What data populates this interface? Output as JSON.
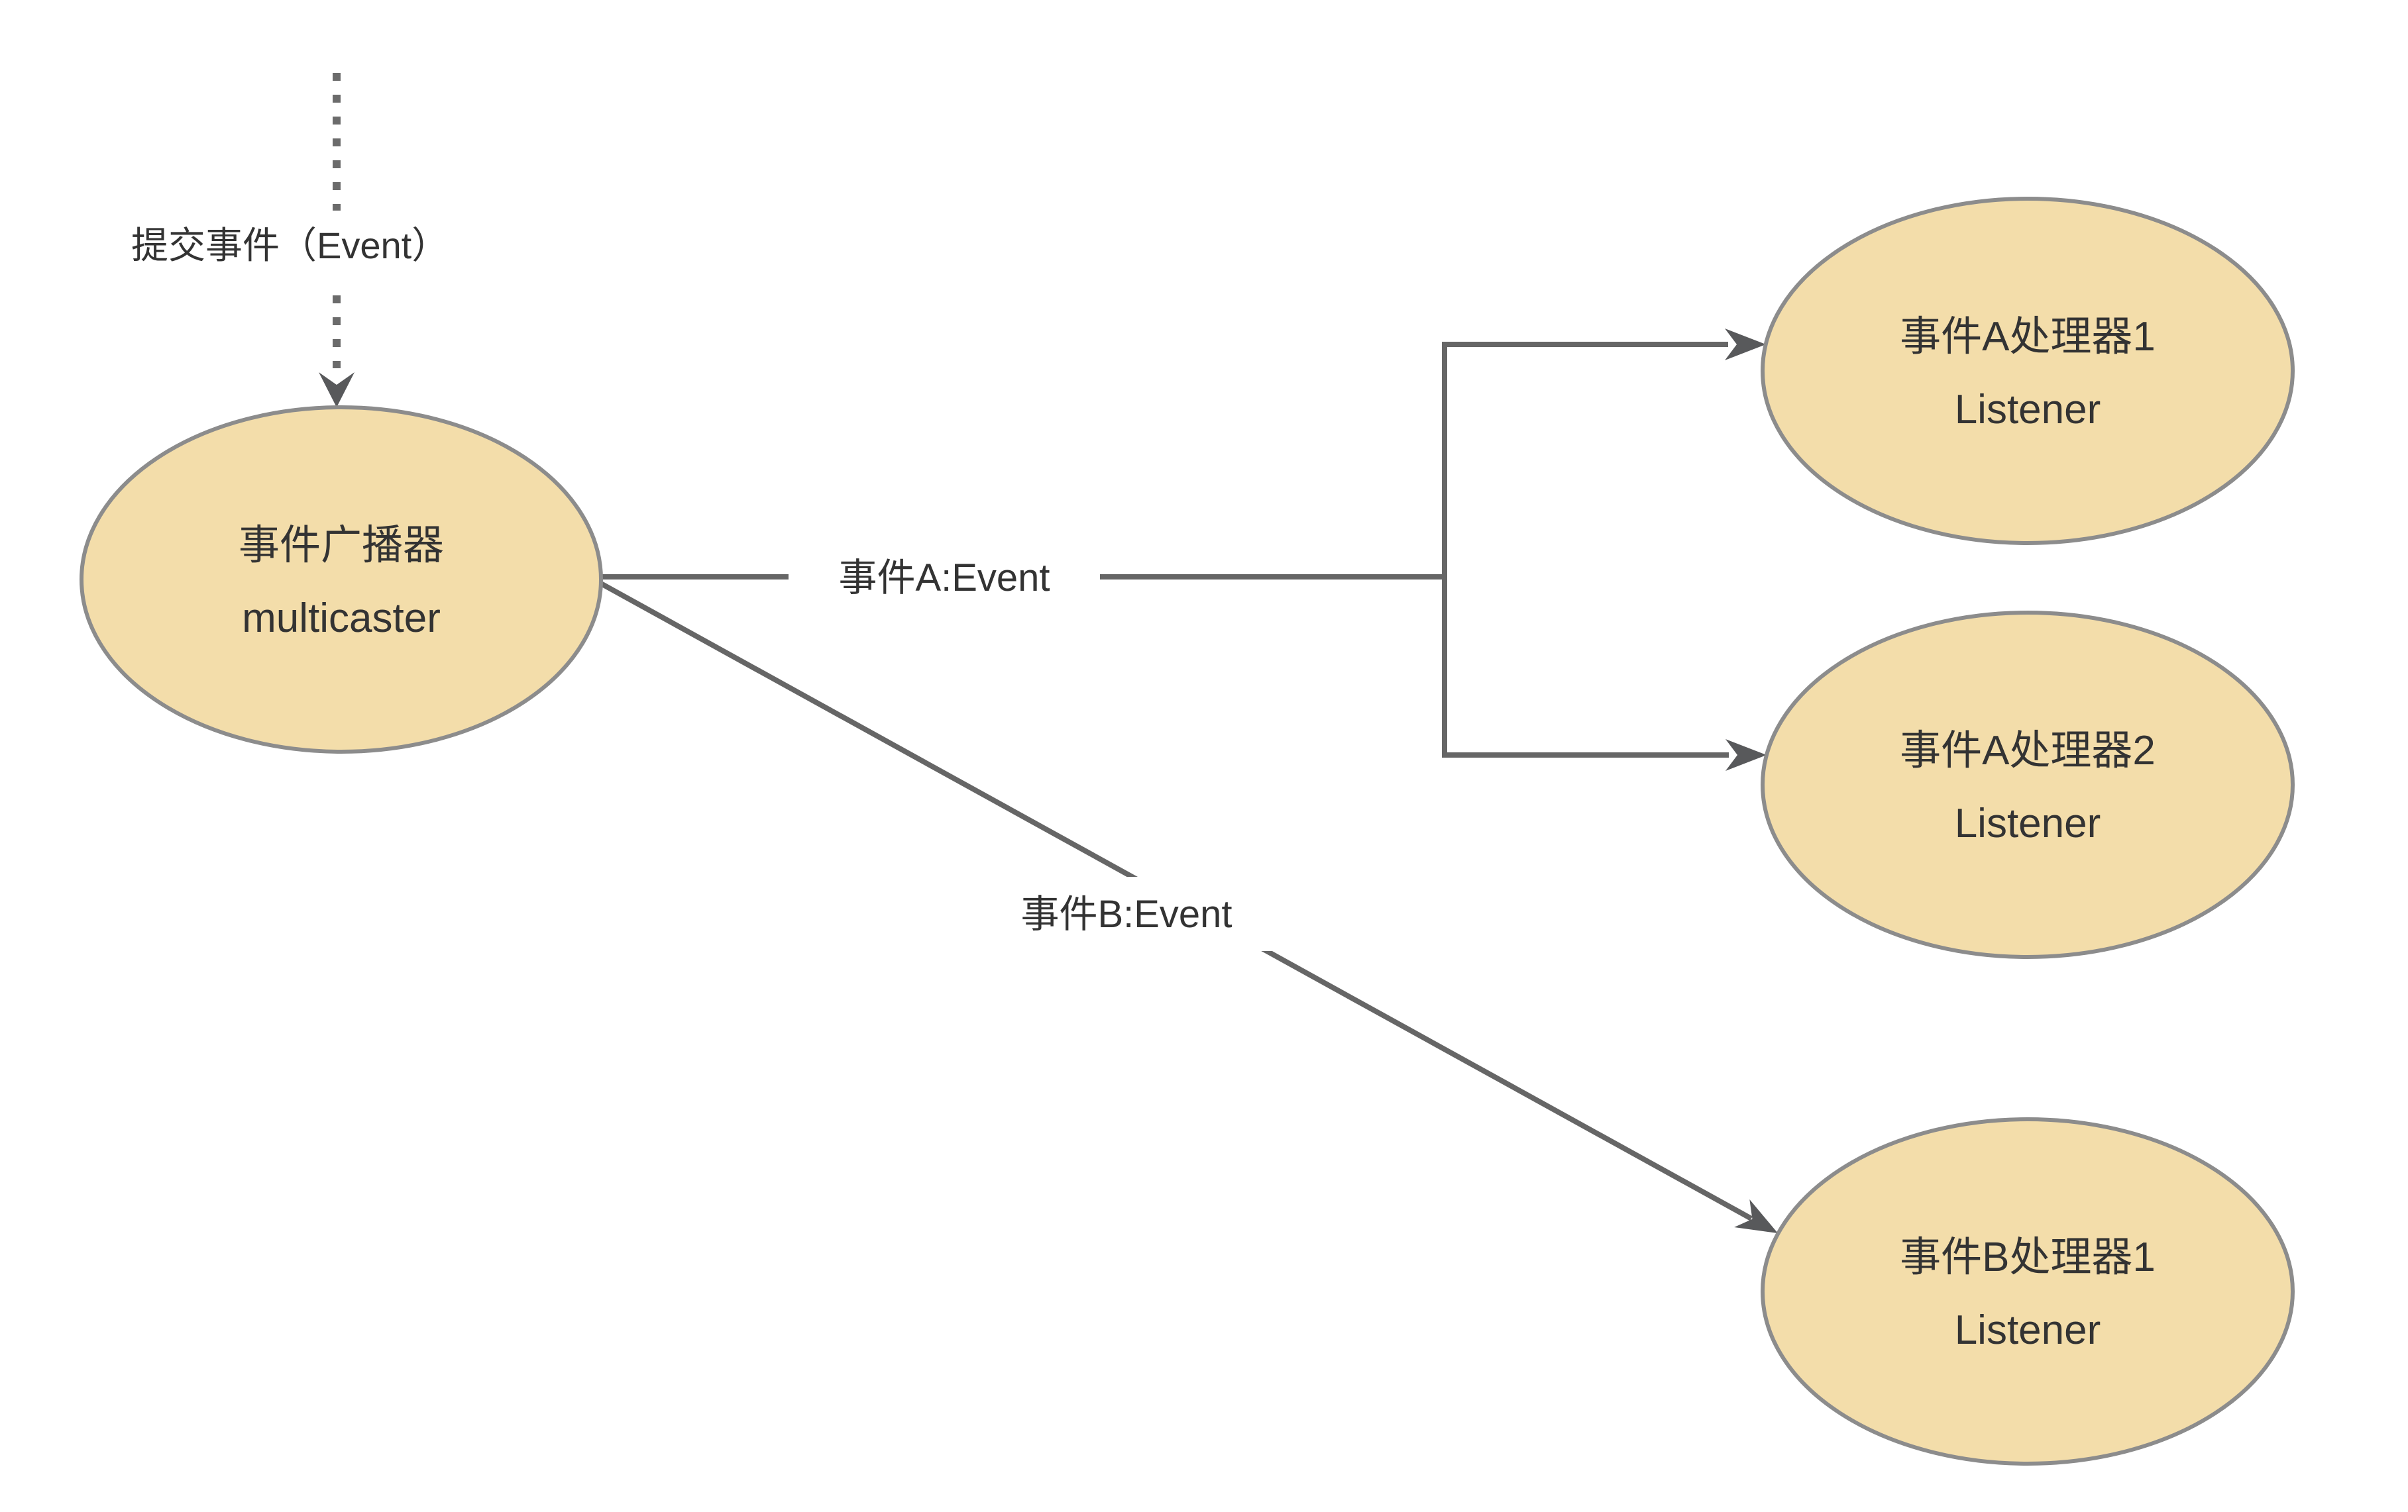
{
  "diagram": {
    "title_hint": "event multicaster broadcast diagram",
    "background": "#ffffff"
  },
  "colors": {
    "node_fill": "#F3DDAA",
    "node_stroke": "#8C8C8C",
    "edge_color": "#666666",
    "arrow_fill": "#58595B",
    "dot_color": "#6B6B6B",
    "text_color": "#333333",
    "label_bg": "#FFFFFF"
  },
  "nodes": {
    "multicaster": {
      "line1": "事件广播器",
      "line2": "multicaster"
    },
    "listener_a1": {
      "line1": "事件A处理器1",
      "line2": "Listener"
    },
    "listener_a2": {
      "line1": "事件A处理器2",
      "line2": "Listener"
    },
    "listener_b1": {
      "line1": "事件B处理器1",
      "line2": "Listener"
    }
  },
  "edges": {
    "submit_label": "提交事件（Event）",
    "event_a_label": "事件A:Event",
    "event_b_label": "事件B:Event"
  }
}
